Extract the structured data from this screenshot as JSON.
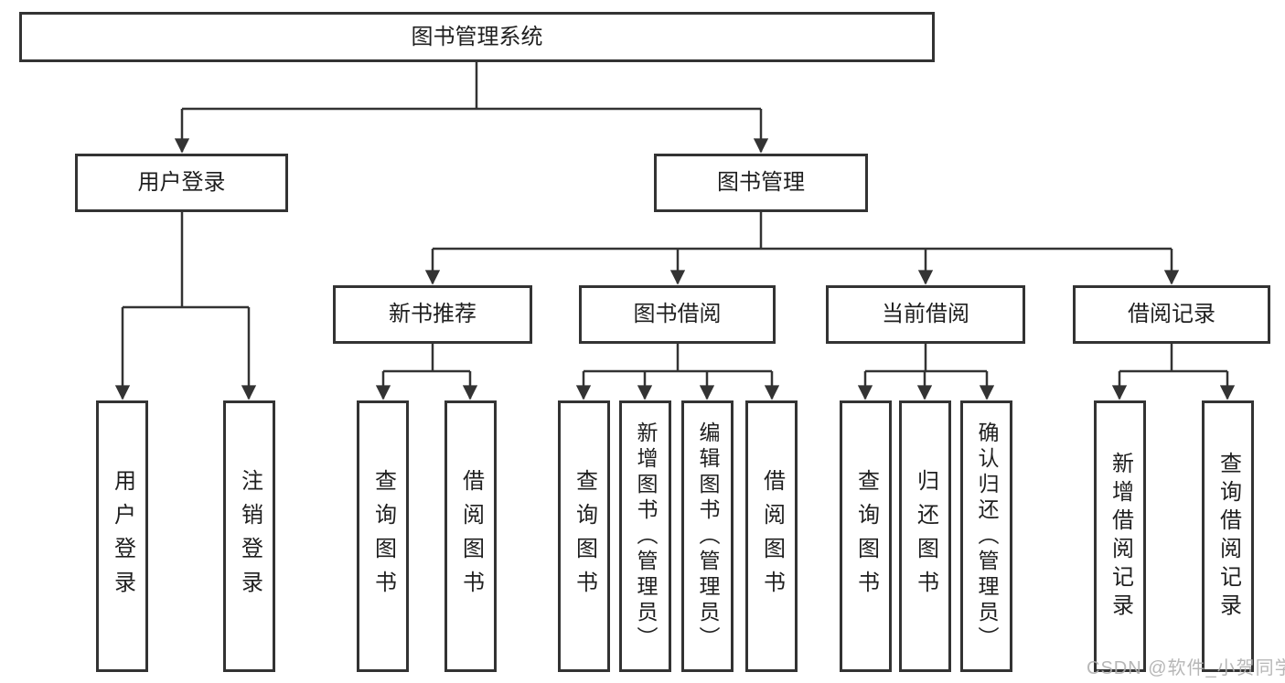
{
  "diagram": {
    "root_label": "图书管理系统",
    "level2": [
      {
        "label": "用户登录"
      },
      {
        "label": "图书管理"
      }
    ],
    "level3": [
      {
        "label": "新书推荐"
      },
      {
        "label": "图书借阅"
      },
      {
        "label": "当前借阅"
      },
      {
        "label": "借阅记录"
      }
    ],
    "leaves": {
      "user_login": [
        {
          "label": "用户登录"
        },
        {
          "label": "注销登录"
        }
      ],
      "new_book": [
        {
          "label": "查询图书"
        },
        {
          "label": "借阅图书"
        }
      ],
      "book_borrow": [
        {
          "label": "查询图书"
        },
        {
          "label": "新增图书（管理员）"
        },
        {
          "label": "编辑图书（管理员）"
        },
        {
          "label": "借阅图书"
        }
      ],
      "current_borrow": [
        {
          "label": "查询图书"
        },
        {
          "label": "归还图书"
        },
        {
          "label": "确认归还（管理员）"
        }
      ],
      "records": [
        {
          "label": "新增借阅记录"
        },
        {
          "label": "查询借阅记录"
        }
      ]
    },
    "watermark": "CSDN @软件_小贺同学",
    "colors": {
      "line": "#333333",
      "text": "#1f1f1f",
      "watermark": "#b0b0b0",
      "background": "#ffffff"
    }
  }
}
